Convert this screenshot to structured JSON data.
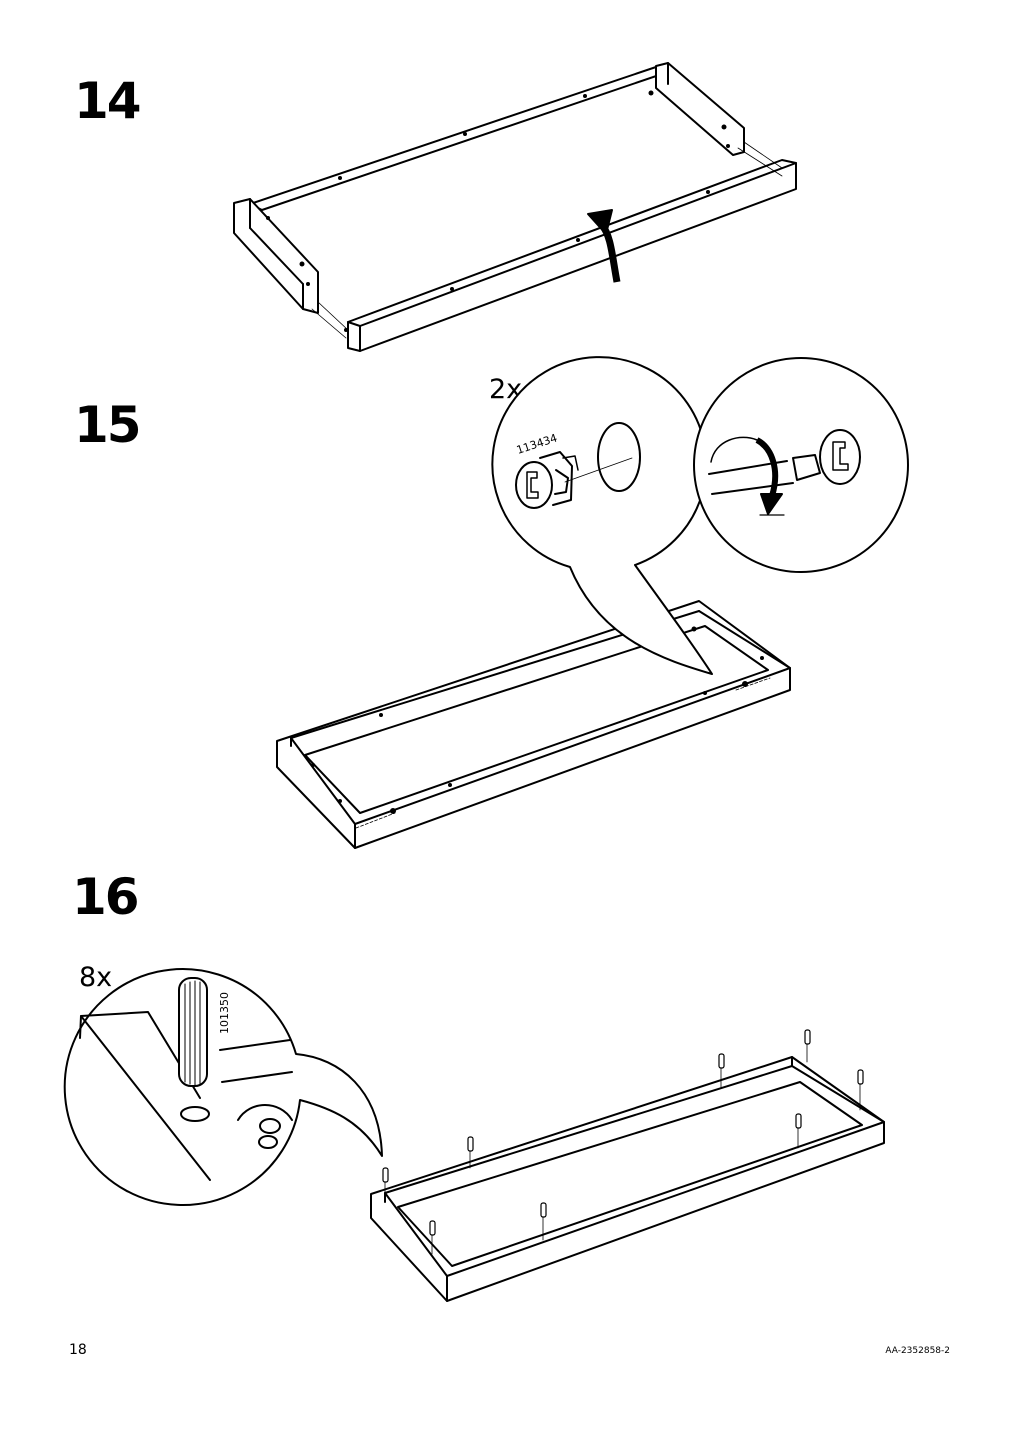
{
  "steps": [
    {
      "number": "14"
    },
    {
      "number": "15",
      "quantity": "2x",
      "part_number": "113434"
    },
    {
      "number": "16",
      "quantity": "8x",
      "part_number": "101350"
    }
  ],
  "footer": {
    "page_number": "18",
    "document_id": "AA-2352858-2"
  },
  "colors": {
    "ink": "#000000",
    "paper": "#ffffff"
  }
}
